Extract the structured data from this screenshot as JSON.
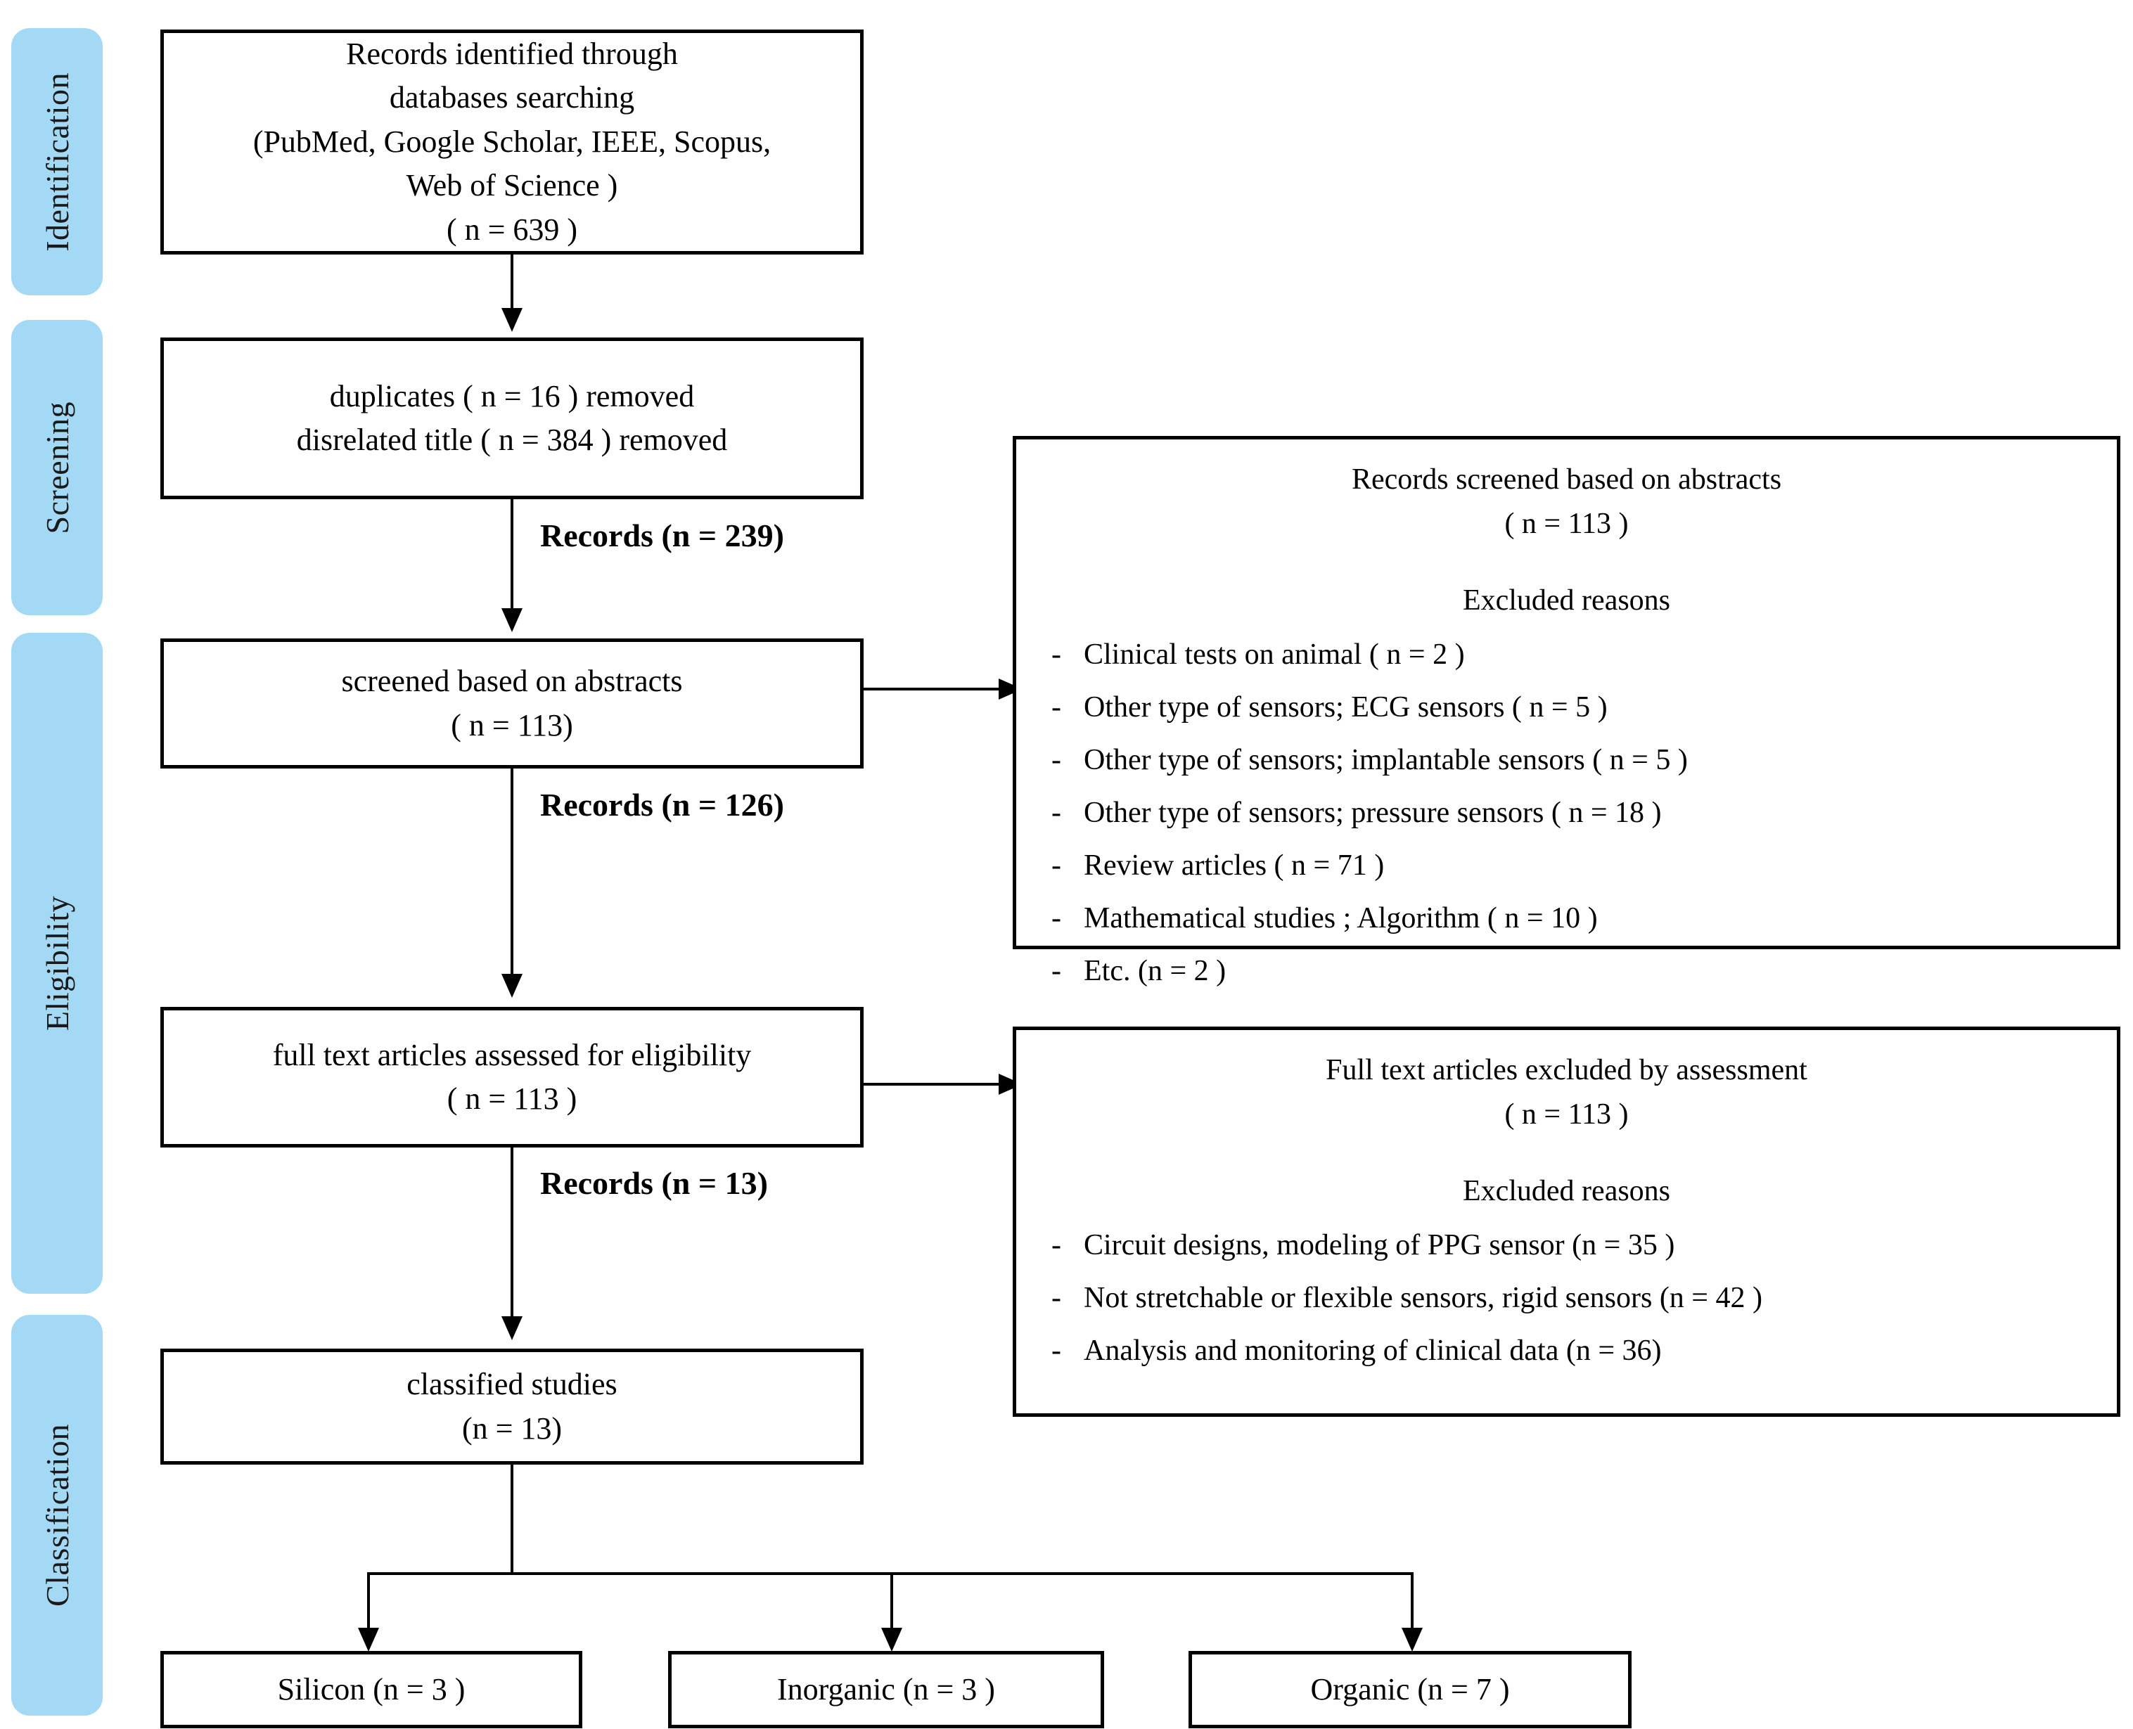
{
  "diagram": {
    "type": "prisma-flow-diagram",
    "accent_color": "#a3d9f4",
    "line_color": "#000000",
    "background": "#ffffff"
  },
  "stages": [
    {
      "id": "identification",
      "label": "Identification"
    },
    {
      "id": "screening",
      "label": "Screening"
    },
    {
      "id": "eligibility",
      "label": "Eligibility"
    },
    {
      "id": "classification",
      "label": "Classification"
    }
  ],
  "boxes": {
    "identified": {
      "lines": [
        "Records identified through",
        "databases searching",
        "(PubMed, Google Scholar, IEEE, Scopus,",
        "Web of Science )",
        "( n = 639 )"
      ]
    },
    "removed": {
      "lines": [
        "duplicates ( n = 16 ) removed",
        "disrelated title ( n = 384 ) removed"
      ]
    },
    "screened": {
      "lines": [
        "screened based on abstracts",
        "( n = 113)"
      ]
    },
    "fulltext": {
      "lines": [
        "full text articles assessed for eligibility",
        "( n = 113  )"
      ]
    },
    "classified": {
      "lines": [
        "classified studies",
        "(n = 13)"
      ]
    },
    "silicon": {
      "label": "Silicon (n = 3 )"
    },
    "inorganic": {
      "label": "Inorganic (n = 3 )"
    },
    "organic": {
      "label": "Organic (n = 7 )"
    }
  },
  "record_labels": {
    "after_screening": "Records (n = 239)",
    "after_abstracts": "Records (n = 126)",
    "after_fulltext": "Records (n = 13)"
  },
  "panels": {
    "abstract_exclusions": {
      "title": "Records screened based on abstracts",
      "subtitle": "( n = 113  )",
      "reasons_heading": "Excluded reasons",
      "dash": "-",
      "reasons": [
        "Clinical tests on animal  ( n = 2 )",
        "Other type of sensors; ECG sensors ( n = 5 )",
        "Other type of sensors; implantable sensors ( n =  5 )",
        "Other type of sensors; pressure sensors ( n = 18 )",
        "Review articles ( n =  71 )",
        "Mathematical studies ; Algorithm ( n = 10  )",
        "Etc. (n = 2 )"
      ]
    },
    "fulltext_exclusions": {
      "title": "Full text articles excluded by assessment",
      "subtitle": "( n = 113 )",
      "reasons_heading": "Excluded reasons",
      "dash": "-",
      "reasons": [
        "Circuit designs, modeling of PPG sensor (n = 35 )",
        "Not stretchable or flexible sensors, rigid sensors (n = 42 )",
        "Analysis and monitoring of clinical data (n = 36)"
      ]
    }
  }
}
